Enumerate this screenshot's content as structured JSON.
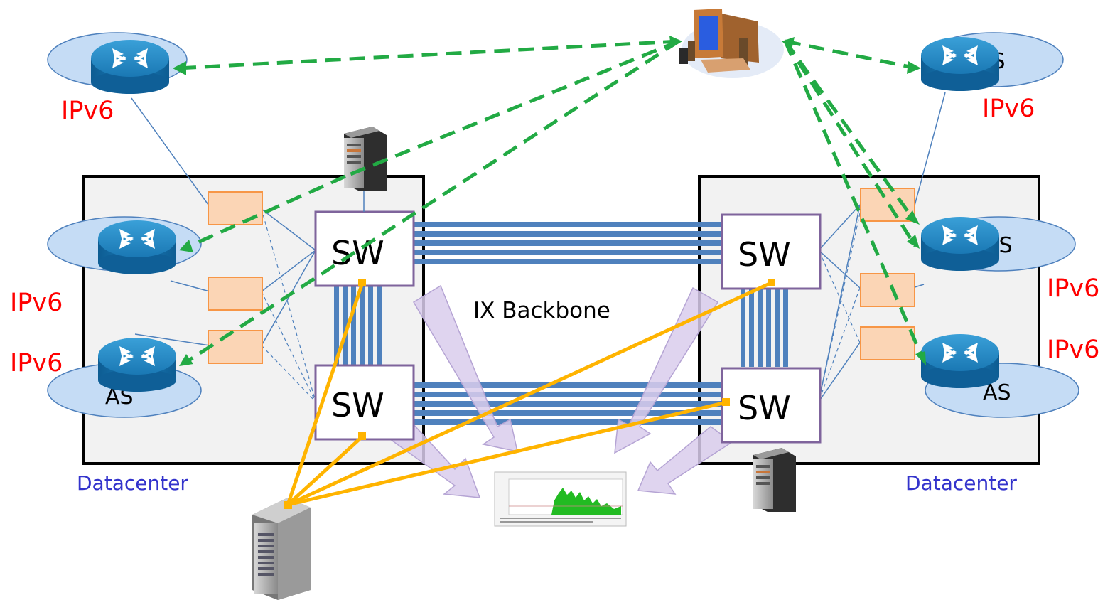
{
  "labels": {
    "ipv6": "IPv6",
    "datacenter": "Datacenter",
    "switch": "SW",
    "as": "AS",
    "backbone": "IX Backbone"
  },
  "colors": {
    "ipv6_text": "#ff0000",
    "datacenter_text": "#3333cc",
    "monitor_link": "#22aa44",
    "collector_link": "#ffb400",
    "backbone_link": "#4f81bd",
    "switch_border": "#7f649c",
    "port_box": "#fbd5b5",
    "router": "#1c6ea4",
    "as_cloud": "#c5dcf5",
    "flow_arrow": "#d9ccec"
  },
  "icons": [
    "router-icon",
    "monitor-workstation-icon",
    "server-icon",
    "traffic-graph-icon"
  ]
}
